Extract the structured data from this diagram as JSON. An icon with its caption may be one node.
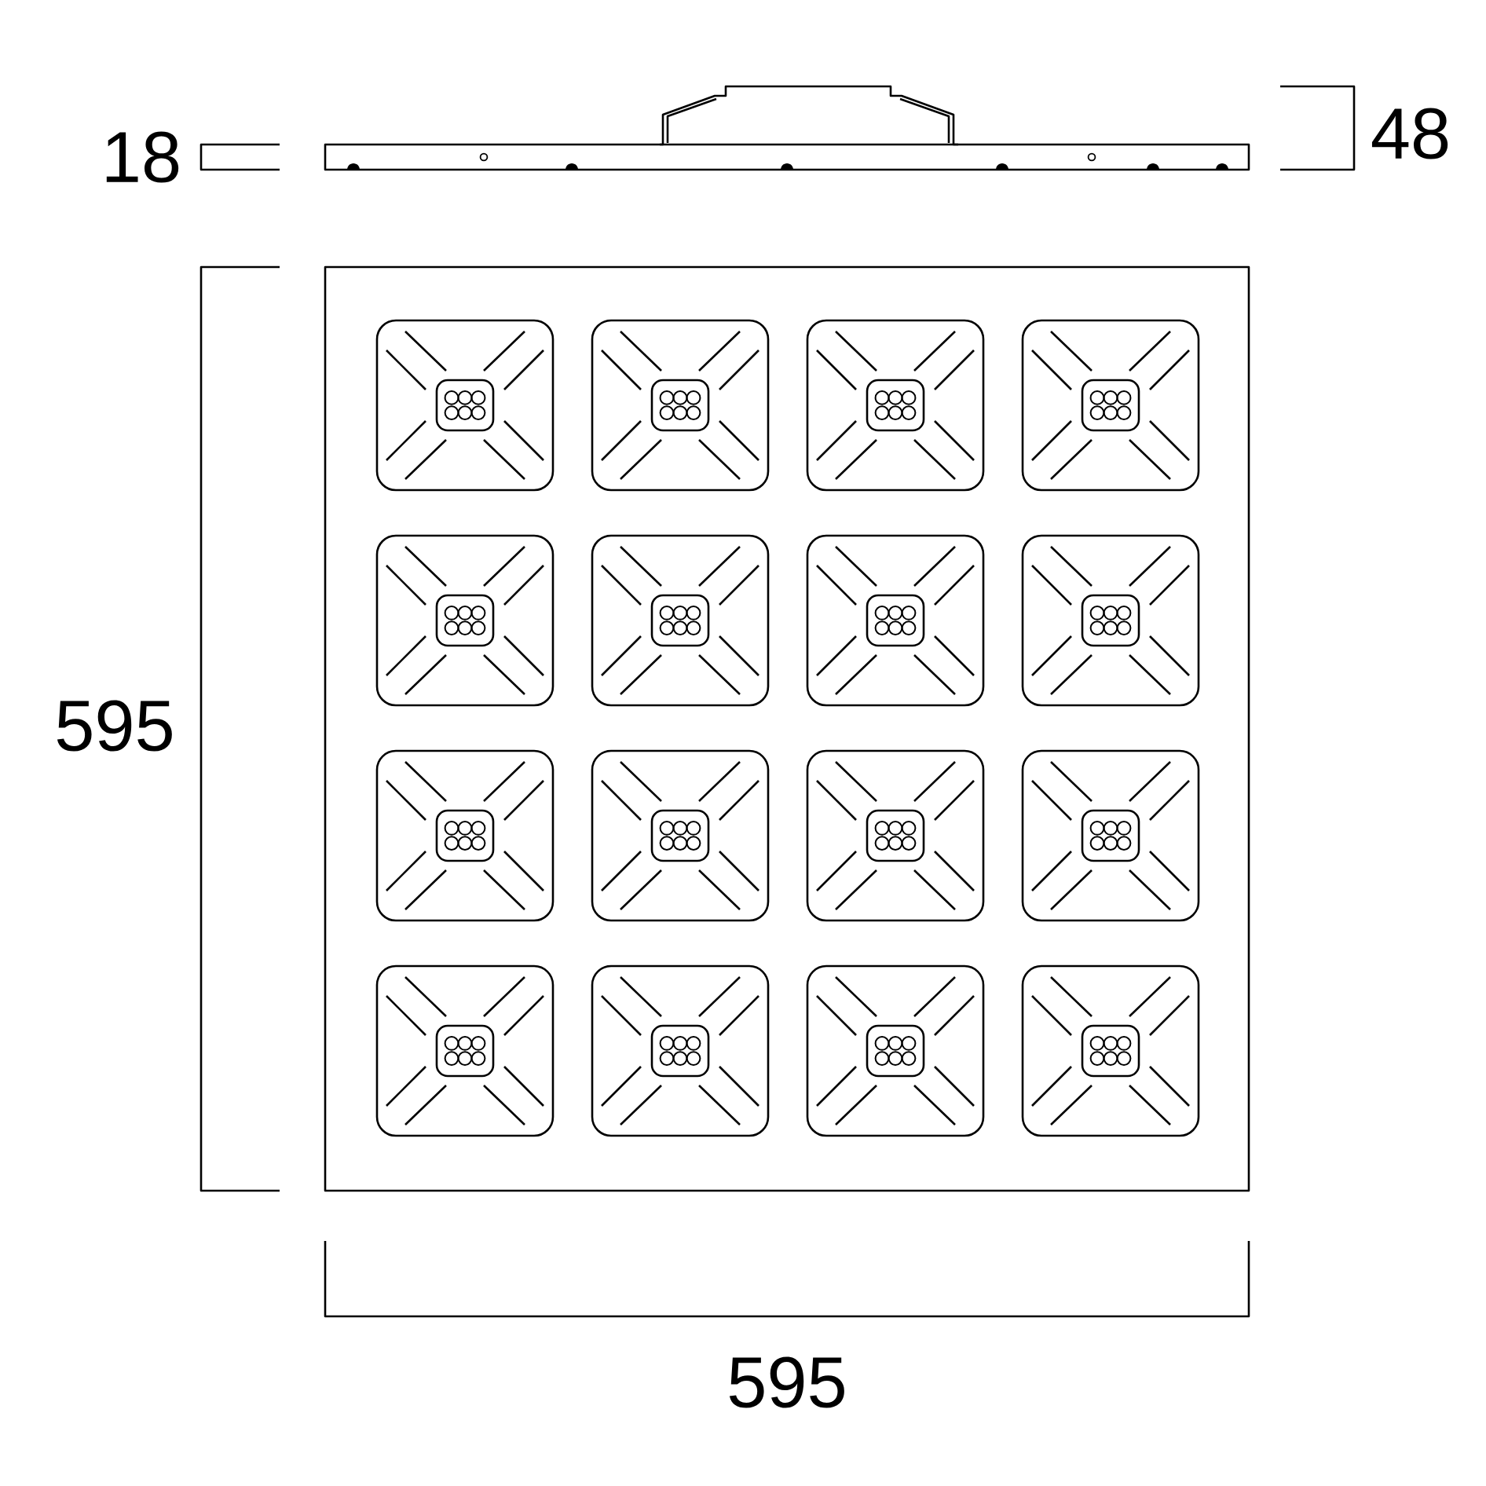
{
  "diagram": {
    "labels": [
      "18",
      "48",
      "595",
      "595"
    ]
  }
}
